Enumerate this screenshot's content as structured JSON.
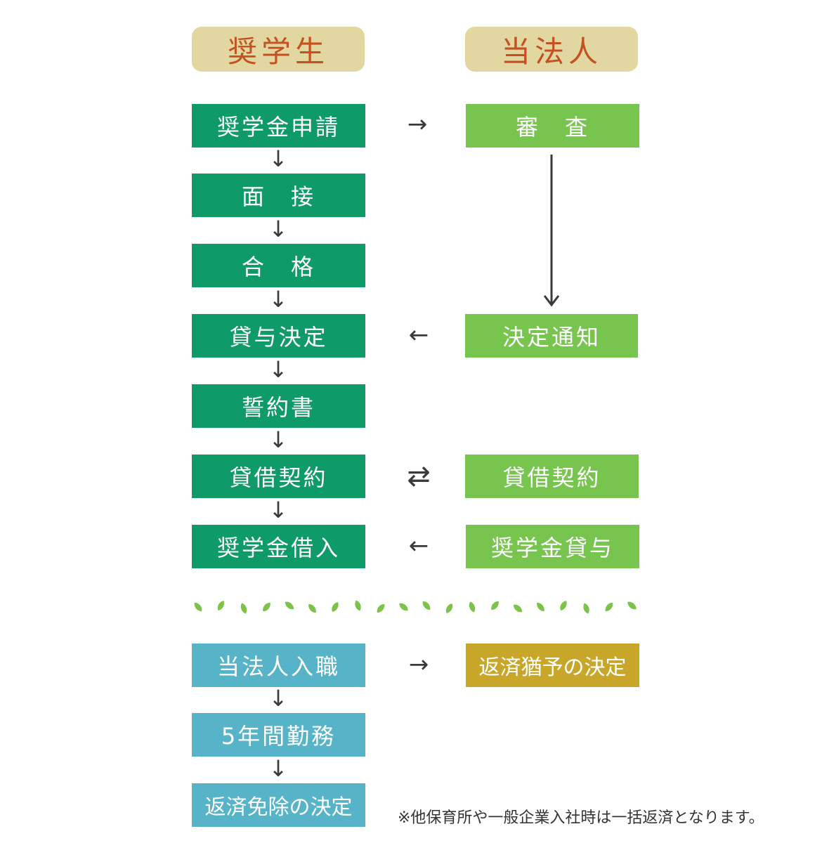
{
  "headers": {
    "student": "奨学生",
    "corp": "当法人"
  },
  "student_steps": {
    "s1": "奨学金申請",
    "s2": "面　接",
    "s3": "合　格",
    "s4": "貸与決定",
    "s5": "誓約書",
    "s6": "貸借契約",
    "s7": "奨学金借入",
    "s8": "当法人入職",
    "s9": "5年間勤務",
    "s10": "返済免除の決定"
  },
  "corp_steps": {
    "c1": "審　査",
    "c2": "決定通知",
    "c3": "貸借契約",
    "c4": "奨学金貸与",
    "c5": "返済猶予の決定"
  },
  "arrows": {
    "right": "→",
    "left": "←",
    "down": "↓",
    "both": "⇄"
  },
  "note": "※他保育所や一般企業入社時は一括返済となります。",
  "colors": {
    "student_box": "#0e9b67",
    "corp_box": "#77c44e",
    "after_box": "#56b3c8",
    "gold_box": "#c7a62a",
    "header_bg": "#e2d7a1",
    "header_text": "#c4511f"
  }
}
